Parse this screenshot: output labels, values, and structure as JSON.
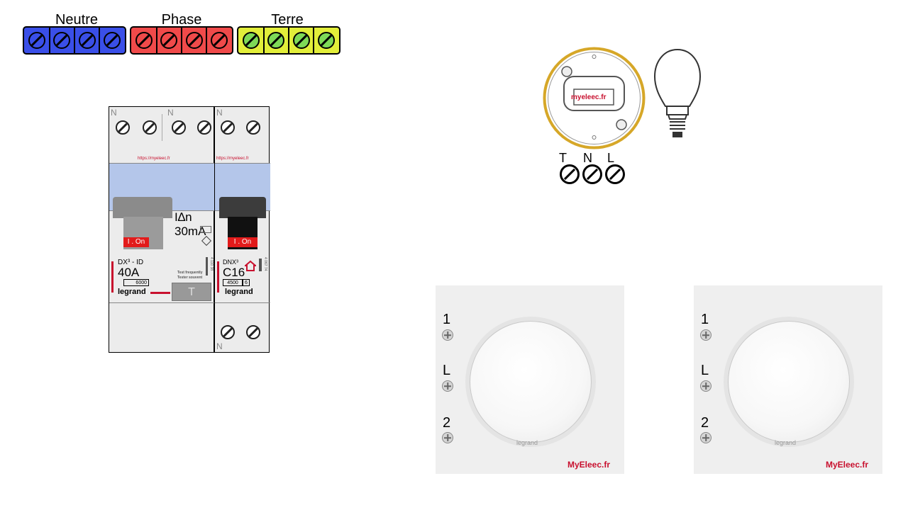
{
  "terminal_bars": {
    "neutre": {
      "label": "Neutre",
      "color": "#3a4fe8"
    },
    "phase": {
      "label": "Phase",
      "color": "#f04a4a"
    },
    "terre": {
      "label": "Terre",
      "color": "#e2ee3a",
      "screw_color": "#7ed957"
    }
  },
  "breaker": {
    "left_module": {
      "top_labels": [
        "N",
        "N"
      ],
      "url": "https://myeleec.fr",
      "on_label": "I . On",
      "sensitivity": "I∆n 30mA",
      "model": "DX³ - ID",
      "rating": "40A",
      "capacity": "6000",
      "brand": "legrand",
      "test_note_1": "Test frequently",
      "test_note_2": "Tester souvent",
      "test_button": "T",
      "ref": "4 110 38"
    },
    "right_module": {
      "top_label": "N",
      "bottom_label": "N",
      "url": "https://myeleec.fr",
      "on_label": "I . On",
      "model": "DNX³",
      "rating": "C16",
      "capacity": "4500",
      "class": "6",
      "brand": "legrand",
      "ref": "4 067 74"
    }
  },
  "light": {
    "logo": "myeleec.fr",
    "terminals": [
      "T",
      "N",
      "L"
    ]
  },
  "switches": [
    {
      "terminals": [
        "1",
        "L",
        "2"
      ],
      "brand": "legrand",
      "watermark": "MyEleec.fr"
    },
    {
      "terminals": [
        "1",
        "L",
        "2"
      ],
      "brand": "legrand",
      "watermark": "MyEleec.fr"
    }
  ]
}
